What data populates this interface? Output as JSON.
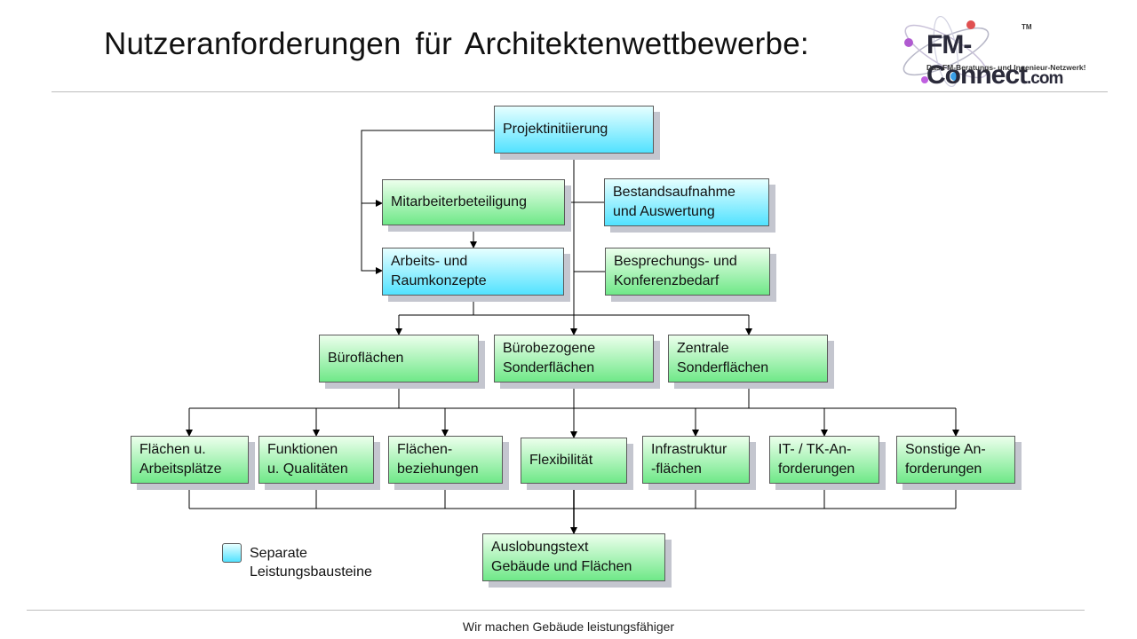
{
  "title": "Nutzeranforderungen  für Architektenwettbewerbe:",
  "logo": {
    "brand": "FM-Connect",
    "domain": ".com",
    "tm": "TM",
    "tagline": "Das FM-Beratungs- und Ingenieur-Netzwerk!",
    "watermark": "FM-Connect.com"
  },
  "colors": {
    "cyan_box": "#52e2ff",
    "green_box": "#6fe888",
    "lines": "#000000"
  },
  "nodes": {
    "projektinitiierung": "Projektinitiierung",
    "mitarbeiterbeteiligung": "Mitarbeiterbeteiligung",
    "bestandsaufnahme": "Bestandsaufnahme\nund Auswertung",
    "arbeits_raumkonzepte": "Arbeits- und\nRaumkonzepte",
    "besprechungsbedarf": "Besprechungs- und\nKonferenzbedarf",
    "bueroflaechen": "Büroflächen",
    "buerobezogene": "Bürobezogene\nSonderflächen",
    "zentrale": "Zentrale\nSonderflächen",
    "flaechen_arbeitsplaetze": "Flächen u.\nArbeitsplätze",
    "funktionen": "Funktionen\nu. Qualitäten",
    "flaechenbeziehungen": "Flächen-\nbeziehungen",
    "flexibilitaet": "Flexibilität",
    "infrastruktur": "Infrastruktur\n-flächen",
    "it_tk": "IT- / TK-An-\nforderungen",
    "sonstige": "Sonstige An-\nforderungen",
    "auslobungstext": "Auslobungstext\nGebäude und Flächen"
  },
  "legend": {
    "label": "Separate\nLeistungsbausteine"
  },
  "footer": "Wir machen Gebäude leistungsfähiger"
}
